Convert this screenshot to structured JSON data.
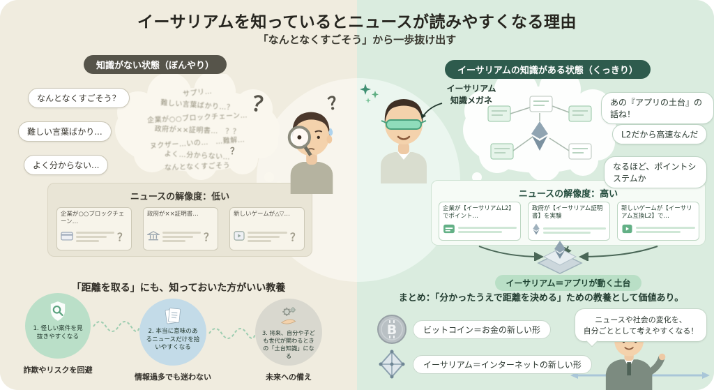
{
  "header": {
    "title": "イーサリアムを知っているとニュースが読みやすくなる理由",
    "subtitle": "「なんとなくすごそう」から一歩抜け出す"
  },
  "left": {
    "badge": "知識がない状態（ぼんやり）",
    "bubbles": [
      "なんとなくすごそう？",
      "難しい言葉ばかり...",
      "よく分からない..."
    ],
    "cloud": {
      "line1": "サプリ…",
      "line2": "難しい言葉ばかり…？",
      "line3": "企業が○○ブロックチェーン…",
      "line4": "政府が××証明書…　？？",
      "line5": "ヌクザー…いの…　…難解…",
      "line6": "よく…分からない…",
      "line7": "なんとなくすごそう"
    },
    "question_mark": "？",
    "resolution": {
      "title": "ニュースの解像度：低い",
      "cards": [
        {
          "title": "企業が○○ブロックチェーン…"
        },
        {
          "title": "政府が××証明書…"
        },
        {
          "title": "新しいゲームが△▽…"
        }
      ]
    },
    "education": {
      "title": "「距離を取る」にも、知っておいた方がいい教養",
      "items": [
        {
          "label": "1. 怪しい案件を見抜きやすくなる",
          "caption": "詐欺やリスクを回避"
        },
        {
          "label": "2. 本当に意味のあるニュースだけを拾いやすくなる",
          "caption": "情報過多でも迷わない"
        },
        {
          "label": "3. 将来、自分や子ども世代が関わるときの「土台知識」になる",
          "caption": "未来への備え"
        }
      ]
    }
  },
  "right": {
    "badge": "イーサリアムの知識がある状態（くっきり）",
    "glasses_label": "イーサリアム\n知識メガネ",
    "bubbles": [
      "あの『アプリの土台』の話ね！",
      "L2だから高速なんだ",
      "なるほど、ポイントシステムか"
    ],
    "resolution": {
      "title": "ニュースの解像度：高い",
      "cards": [
        {
          "title": "企業が【イーサリアムL2】でポイント…"
        },
        {
          "title": "政府が【イーサリアム証明書】を実験"
        },
        {
          "title": "新しいゲームが【イーサリアム互換L2】で…"
        }
      ],
      "foundation": "イーサリアム＝アプリが動く土台"
    },
    "summary": "まとめ：「分かったうえで距離を決める」ための教養として価値あり。",
    "rows": [
      {
        "label": "ビットコイン＝お金の新しい形"
      },
      {
        "label": "イーサリアム＝インターネットの新しい形"
      }
    ],
    "final_bubble": "ニュースや社会の変化を、\n自分ごととして考えやすくなる！"
  }
}
